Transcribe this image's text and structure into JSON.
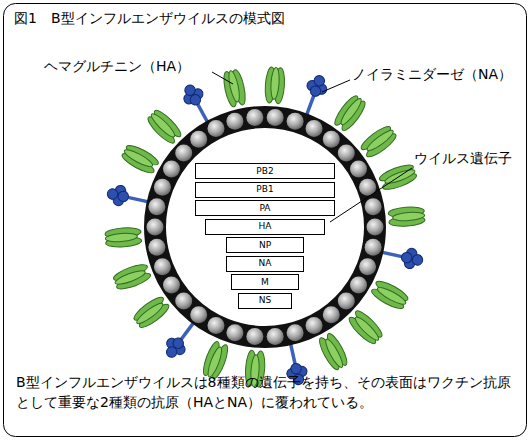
{
  "diagram": {
    "title": "図1　B型インフルエンザウイルスの模式図",
    "caption": "B型インフルエンザウイルスは8種類の遺伝子を持ち、その表面はワクチン抗原として重要な2種類の抗原（HAとNA）に覆われている。",
    "nodes": [
      {
        "text": [
          "PB2"
        ]
      },
      {
        "text": [
          "PB1"
        ]
      },
      {
        "text": [
          "PA"
        ]
      },
      {
        "text": [
          "HA"
        ]
      },
      {
        "text": [
          "NP"
        ]
      },
      {
        "text": [
          "NA"
        ]
      },
      {
        "text": [
          "M"
        ]
      },
      {
        "text": [
          "NS"
        ]
      }
    ],
    "labels": [
      "ヘマグルチニン（HA）",
      "ノイラミニダーゼ（NA）",
      "ウイルス遺伝子"
    ]
  }
}
